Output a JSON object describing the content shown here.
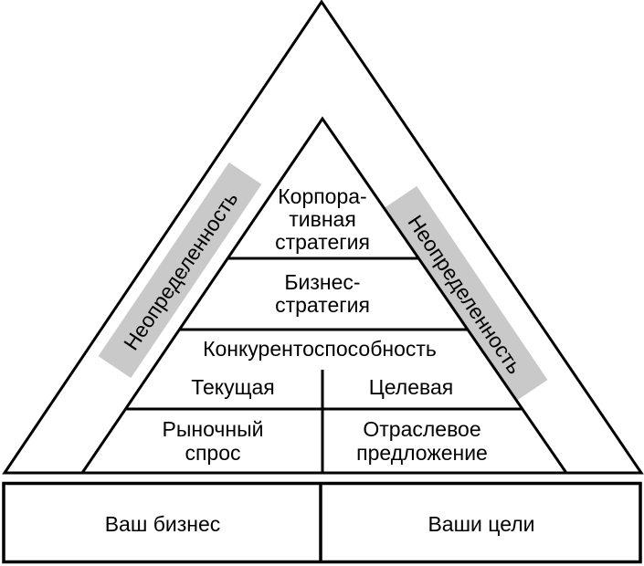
{
  "colors": {
    "background": "#ffffff",
    "stroke": "#000000",
    "text": "#000000",
    "band_fill": "#c9c9c9"
  },
  "bands": {
    "left": {
      "label": "Неопределенность"
    },
    "right": {
      "label": "Неопределенность"
    }
  },
  "pyramid": {
    "corporate_strategy": {
      "lines": [
        "Корпора-",
        "тивная",
        "стратегия"
      ]
    },
    "business_strategy": {
      "lines": [
        "Бизнес-",
        "стратегия"
      ]
    },
    "competitiveness": {
      "label": "Конкурентоспособность"
    },
    "position_row": {
      "current": "Текущая",
      "target": "Целевая"
    },
    "market_row": {
      "demand_lines": [
        "Рыночный",
        "спрос"
      ],
      "supply_lines": [
        "Отраслевое",
        "предложение"
      ]
    }
  },
  "foundation": {
    "business": "Ваш бизнес",
    "goals": "Ваши цели"
  }
}
